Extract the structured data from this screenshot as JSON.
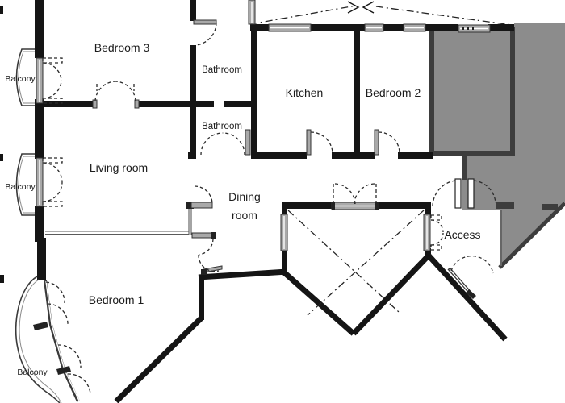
{
  "plan": {
    "labels": {
      "bedroom3": "Bedroom 3",
      "bathroom_top": "Bathroom",
      "bathroom_mid": "Bathroom",
      "kitchen": "Kitchen",
      "bedroom2": "Bedroom 2",
      "living_room": "Living room",
      "dining_line1": "Dining",
      "dining_line2": "room",
      "access": "Access",
      "bedroom1": "Bedroom 1",
      "balcony_top": "Balcony",
      "balcony_mid": "Balcony",
      "balcony_bottom": "Balcony"
    }
  },
  "colors": {
    "wall": "#151515",
    "gray_fill": "#8c8c8c",
    "gray_wall": "#3d3d3d",
    "frame_fill": "#a9a9a9",
    "ink": "#1c1c1c",
    "bg": "#ffffff"
  }
}
